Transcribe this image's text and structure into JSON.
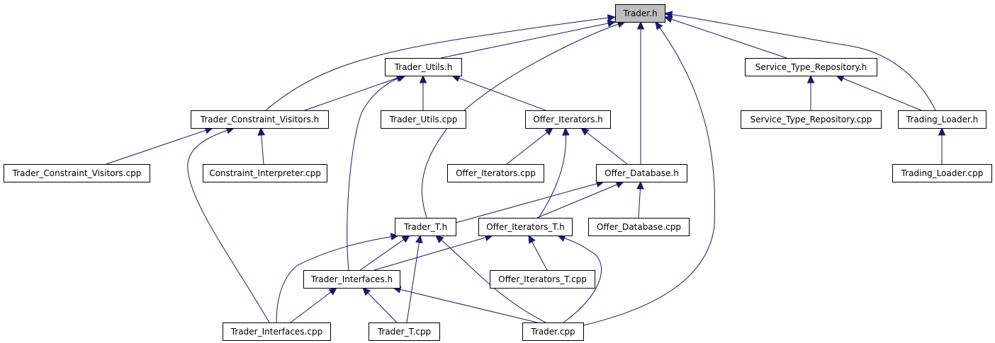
{
  "diagram": {
    "nodes": [
      {
        "id": "trader_h",
        "label": "Trader.h",
        "root": true
      },
      {
        "id": "trader_utils_h",
        "label": "Trader_Utils.h"
      },
      {
        "id": "service_type_repository_h",
        "label": "Service_Type_Repository.h"
      },
      {
        "id": "trader_constraint_visitors_h",
        "label": "Trader_Constraint_Visitors.h"
      },
      {
        "id": "trader_utils_cpp",
        "label": "Trader_Utils.cpp"
      },
      {
        "id": "offer_iterators_h",
        "label": "Offer_Iterators.h"
      },
      {
        "id": "service_type_repository_cpp",
        "label": "Service_Type_Repository.cpp"
      },
      {
        "id": "trading_loader_h",
        "label": "Trading_Loader.h"
      },
      {
        "id": "trader_constraint_visitors_cpp",
        "label": "Trader_Constraint_Visitors.cpp"
      },
      {
        "id": "constraint_interpreter_cpp",
        "label": "Constraint_Interpreter.cpp"
      },
      {
        "id": "offer_iterators_cpp",
        "label": "Offer_Iterators.cpp"
      },
      {
        "id": "offer_database_h",
        "label": "Offer_Database.h"
      },
      {
        "id": "trading_loader_cpp",
        "label": "Trading_Loader.cpp"
      },
      {
        "id": "trader_t_h",
        "label": "Trader_T.h"
      },
      {
        "id": "offer_iterators_t_h",
        "label": "Offer_Iterators_T.h"
      },
      {
        "id": "offer_database_cpp",
        "label": "Offer_Database.cpp"
      },
      {
        "id": "trader_interfaces_h",
        "label": "Trader_Interfaces.h"
      },
      {
        "id": "offer_iterators_t_cpp",
        "label": "Offer_Iterators_T.cpp"
      },
      {
        "id": "trader_interfaces_cpp",
        "label": "Trader_Interfaces.cpp"
      },
      {
        "id": "trader_t_cpp",
        "label": "Trader_T.cpp"
      },
      {
        "id": "trader_cpp",
        "label": "Trader.cpp"
      }
    ],
    "edges": [
      {
        "from": "trader_utils_h",
        "to": "trader_h"
      },
      {
        "from": "trader_constraint_visitors_h",
        "to": "trader_h"
      },
      {
        "from": "trader_t_h",
        "to": "trader_h"
      },
      {
        "from": "offer_database_h",
        "to": "trader_h"
      },
      {
        "from": "trader_cpp",
        "to": "trader_h"
      },
      {
        "from": "service_type_repository_h",
        "to": "trader_h"
      },
      {
        "from": "trading_loader_h",
        "to": "trader_h"
      },
      {
        "from": "trader_constraint_visitors_h",
        "to": "trader_utils_h"
      },
      {
        "from": "trader_utils_cpp",
        "to": "trader_utils_h"
      },
      {
        "from": "offer_iterators_h",
        "to": "trader_utils_h"
      },
      {
        "from": "trader_interfaces_h",
        "to": "trader_utils_h"
      },
      {
        "from": "service_type_repository_cpp",
        "to": "service_type_repository_h"
      },
      {
        "from": "trading_loader_h",
        "to": "service_type_repository_h"
      },
      {
        "from": "trader_constraint_visitors_cpp",
        "to": "trader_constraint_visitors_h"
      },
      {
        "from": "constraint_interpreter_cpp",
        "to": "trader_constraint_visitors_h"
      },
      {
        "from": "trader_interfaces_cpp",
        "to": "trader_constraint_visitors_h"
      },
      {
        "from": "offer_iterators_cpp",
        "to": "offer_iterators_h"
      },
      {
        "from": "offer_iterators_t_h",
        "to": "offer_iterators_h"
      },
      {
        "from": "offer_database_h",
        "to": "offer_iterators_h"
      },
      {
        "from": "trading_loader_cpp",
        "to": "trading_loader_h"
      },
      {
        "from": "trader_t_h",
        "to": "offer_database_h"
      },
      {
        "from": "offer_iterators_t_h",
        "to": "offer_database_h"
      },
      {
        "from": "offer_database_cpp",
        "to": "offer_database_h"
      },
      {
        "from": "trader_interfaces_h",
        "to": "trader_t_h"
      },
      {
        "from": "trader_interfaces_cpp",
        "to": "trader_t_h"
      },
      {
        "from": "trader_t_cpp",
        "to": "trader_t_h"
      },
      {
        "from": "trader_cpp",
        "to": "trader_t_h"
      },
      {
        "from": "trader_interfaces_h",
        "to": "offer_iterators_t_h"
      },
      {
        "from": "offer_iterators_t_cpp",
        "to": "offer_iterators_t_h"
      },
      {
        "from": "trader_cpp",
        "to": "offer_iterators_t_h"
      },
      {
        "from": "trader_interfaces_cpp",
        "to": "trader_interfaces_h"
      },
      {
        "from": "trader_t_cpp",
        "to": "trader_interfaces_h"
      },
      {
        "from": "trader_cpp",
        "to": "trader_interfaces_h"
      }
    ],
    "colors": {
      "edge": "#191970",
      "root_fill": "#bfbfbf",
      "node_fill": "#ffffff",
      "node_border": "#000000"
    }
  }
}
